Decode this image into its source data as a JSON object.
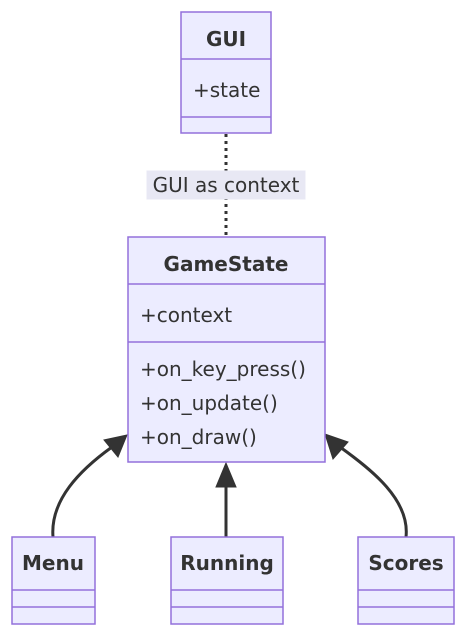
{
  "classes": {
    "gui": {
      "name": "GUI",
      "attributes": [
        "+state"
      ],
      "methods": []
    },
    "gamestate": {
      "name": "GameState",
      "attributes": [
        "+context"
      ],
      "methods": [
        "+on_key_press()",
        "+on_update()",
        "+on_draw()"
      ]
    },
    "menu": {
      "name": "Menu",
      "attributes": [],
      "methods": []
    },
    "running": {
      "name": "Running",
      "attributes": [],
      "methods": []
    },
    "scores": {
      "name": "Scores",
      "attributes": [],
      "methods": []
    }
  },
  "relations": {
    "association": {
      "from": "GUI",
      "to": "GameState",
      "label": "GUI as context",
      "style": "dotted"
    },
    "inheritance": [
      {
        "from": "Menu",
        "to": "GameState"
      },
      {
        "from": "Running",
        "to": "GameState"
      },
      {
        "from": "Scores",
        "to": "GameState"
      }
    ]
  },
  "colors": {
    "node_fill": "#ececff",
    "node_stroke": "#9370db",
    "edge": "#333333",
    "label_bg": "#e8e8f4"
  }
}
